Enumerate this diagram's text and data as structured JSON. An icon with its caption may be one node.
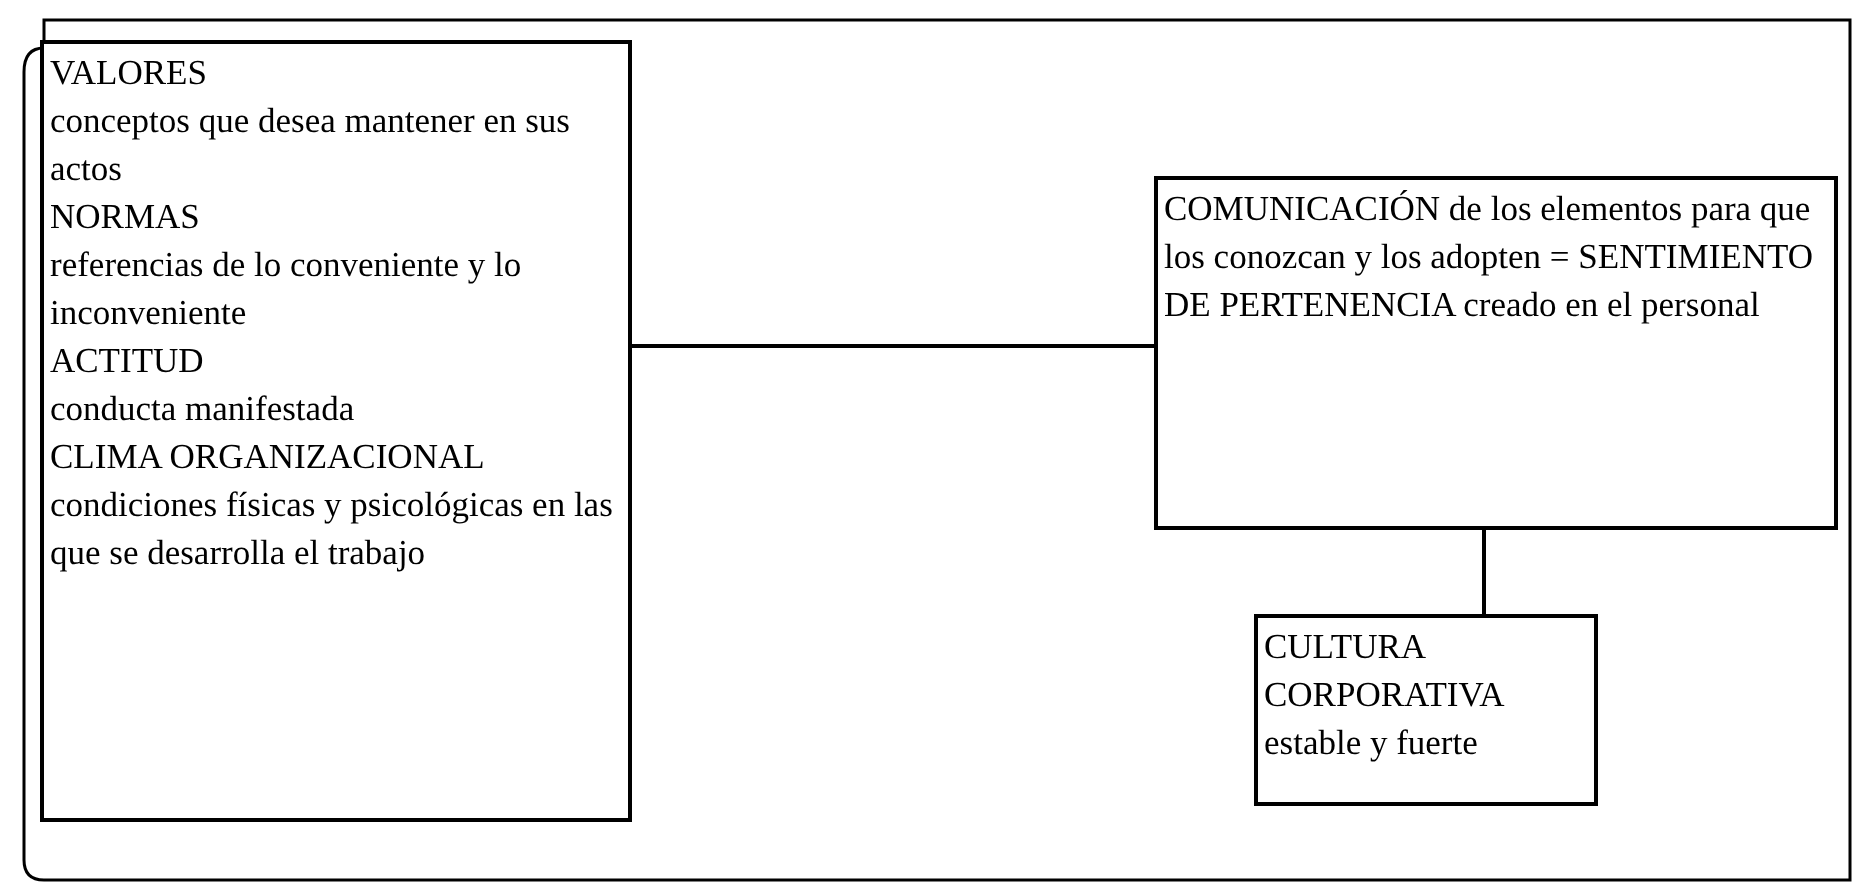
{
  "diagram": {
    "nodes": [
      {
        "text": [
          "VALORES",
          "conceptos que desea mantener en sus actos",
          "NORMAS",
          "referencias de lo conveniente y lo inconveniente",
          "ACTITUD",
          "conducta manifestada",
          "CLIMA ORGANIZACIONAL",
          "condiciones físicas y psicológicas en las que se desarrolla el trabajo"
        ]
      },
      {
        "text": [
          "COMUNICACIÓN de los elementos para que los conozcan y los adopten = SENTIMIENTO DE PERTENENCIA creado en el personal"
        ]
      },
      {
        "text": [
          "CULTURA CORPORATIVA",
          "estable y fuerte"
        ]
      }
    ],
    "edges": [
      {
        "from": 0,
        "to": 1,
        "arrow": "none"
      },
      {
        "from": 1,
        "to": 2,
        "arrow": "none"
      }
    ]
  }
}
